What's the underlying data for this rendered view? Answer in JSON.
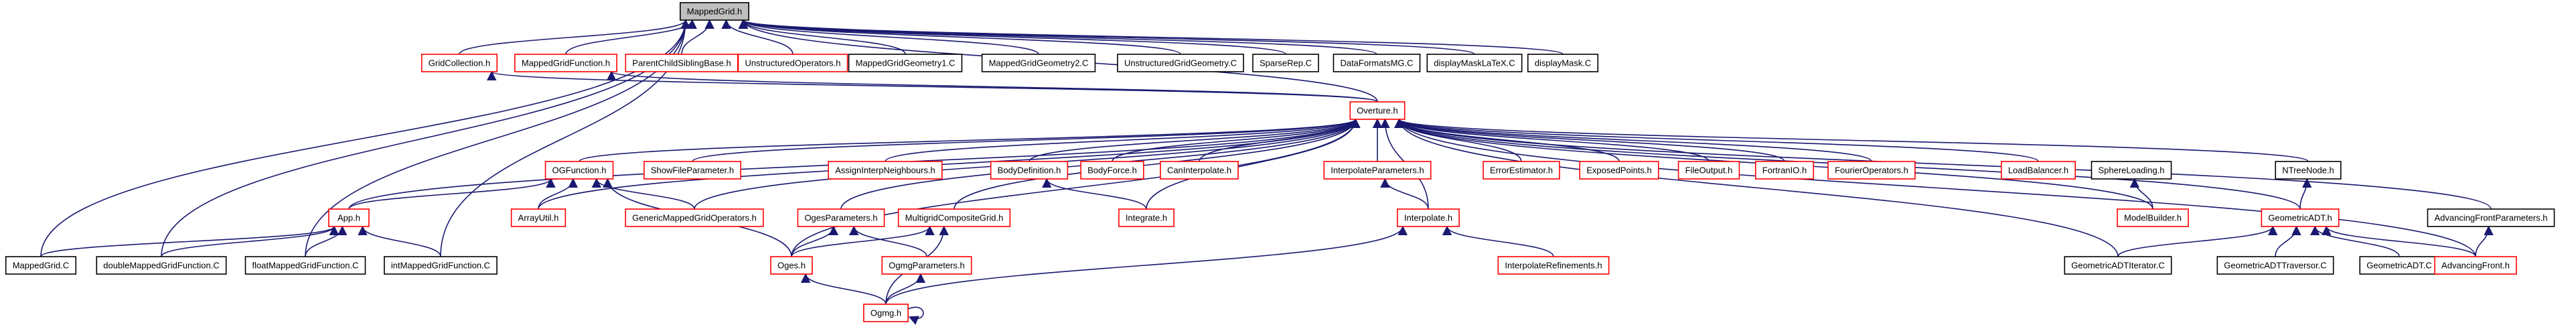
{
  "graph": {
    "type": "include-dependency-graph",
    "colors": {
      "root_fill": "#bfbfbf",
      "root_border": "#000000",
      "linked_border": "#ff0000",
      "plain_border": "#000000",
      "edge": "#191970",
      "text": "#000000",
      "background": "#ffffff"
    },
    "nodes": [
      {
        "id": "root",
        "label": "MappedGrid.h",
        "kind": "root"
      },
      {
        "id": "gridcollection",
        "label": "GridCollection.h",
        "kind": "linked"
      },
      {
        "id": "mappedgridfunction",
        "label": "MappedGridFunction.h",
        "kind": "linked"
      },
      {
        "id": "parentchild",
        "label": "ParentChildSiblingBase.h",
        "kind": "linked"
      },
      {
        "id": "unstructuredops",
        "label": "UnstructuredOperators.h",
        "kind": "linked"
      },
      {
        "id": "mgg1",
        "label": "MappedGridGeometry1.C",
        "kind": "plain"
      },
      {
        "id": "mgg2",
        "label": "MappedGridGeometry2.C",
        "kind": "plain"
      },
      {
        "id": "ugg",
        "label": "UnstructuredGridGeometry.C",
        "kind": "plain"
      },
      {
        "id": "sparserep",
        "label": "SparseRep.C",
        "kind": "plain"
      },
      {
        "id": "dataformats",
        "label": "DataFormatsMG.C",
        "kind": "plain"
      },
      {
        "id": "dmlatex",
        "label": "displayMaskLaTeX.C",
        "kind": "plain"
      },
      {
        "id": "dm",
        "label": "displayMask.C",
        "kind": "plain"
      },
      {
        "id": "overture",
        "label": "Overture.h",
        "kind": "linked"
      },
      {
        "id": "ogfunction",
        "label": "OGFunction.h",
        "kind": "linked"
      },
      {
        "id": "showfile",
        "label": "ShowFileParameter.h",
        "kind": "linked"
      },
      {
        "id": "assigninterp",
        "label": "AssignInterpNeighbours.h",
        "kind": "linked"
      },
      {
        "id": "bodydef",
        "label": "BodyDefinition.h",
        "kind": "linked"
      },
      {
        "id": "bodyforce",
        "label": "BodyForce.h",
        "kind": "linked"
      },
      {
        "id": "caninterp",
        "label": "CanInterpolate.h",
        "kind": "linked"
      },
      {
        "id": "interpparams",
        "label": "InterpolateParameters.h",
        "kind": "linked"
      },
      {
        "id": "errest",
        "label": "ErrorEstimator.h",
        "kind": "linked"
      },
      {
        "id": "exposed",
        "label": "ExposedPoints.h",
        "kind": "linked"
      },
      {
        "id": "fileoutput",
        "label": "FileOutput.h",
        "kind": "linked"
      },
      {
        "id": "fortranio",
        "label": "FortranIO.h",
        "kind": "linked"
      },
      {
        "id": "fourierops",
        "label": "FourierOperators.h",
        "kind": "linked"
      },
      {
        "id": "loadbal",
        "label": "LoadBalancer.h",
        "kind": "linked"
      },
      {
        "id": "sphereload",
        "label": "SphereLoading.h",
        "kind": "plain"
      },
      {
        "id": "ntreenode",
        "label": "NTreeNode.h",
        "kind": "plain"
      },
      {
        "id": "advfrontparams",
        "label": "AdvancingFrontParameters.h",
        "kind": "plain"
      },
      {
        "id": "apph",
        "label": "App.h",
        "kind": "linked"
      },
      {
        "id": "arrayutil",
        "label": "ArrayUtil.h",
        "kind": "linked"
      },
      {
        "id": "genericmgops",
        "label": "GenericMappedGridOperators.h",
        "kind": "linked"
      },
      {
        "id": "ogesparams",
        "label": "OgesParameters.h",
        "kind": "linked"
      },
      {
        "id": "multigridcg",
        "label": "MultigridCompositeGrid.h",
        "kind": "linked"
      },
      {
        "id": "integrate",
        "label": "Integrate.h",
        "kind": "linked"
      },
      {
        "id": "interpolate",
        "label": "Interpolate.h",
        "kind": "linked"
      },
      {
        "id": "modelbuilder",
        "label": "ModelBuilder.h",
        "kind": "linked"
      },
      {
        "id": "geomadt",
        "label": "GeometricADT.h",
        "kind": "linked"
      },
      {
        "id": "mappedgridc",
        "label": "MappedGrid.C",
        "kind": "plain"
      },
      {
        "id": "doublemgf",
        "label": "doubleMappedGridFunction.C",
        "kind": "plain"
      },
      {
        "id": "floatmgf",
        "label": "floatMappedGridFunction.C",
        "kind": "plain"
      },
      {
        "id": "intmgf",
        "label": "intMappedGridFunction.C",
        "kind": "plain"
      },
      {
        "id": "oges",
        "label": "Oges.h",
        "kind": "linked"
      },
      {
        "id": "ogmgparams",
        "label": "OgmgParameters.h",
        "kind": "linked"
      },
      {
        "id": "interprefine",
        "label": "InterpolateRefinements.h",
        "kind": "linked"
      },
      {
        "id": "geomadtiter",
        "label": "GeometricADTIterator.C",
        "kind": "plain"
      },
      {
        "id": "geomadttrav",
        "label": "GeometricADTTraversor.C",
        "kind": "plain"
      },
      {
        "id": "geomadtc",
        "label": "GeometricADT.C",
        "kind": "plain"
      },
      {
        "id": "advfront",
        "label": "AdvancingFront.h",
        "kind": "linked"
      },
      {
        "id": "ogmg",
        "label": "Ogmg.h",
        "kind": "linked"
      }
    ],
    "edges": [
      [
        "gridcollection",
        "root"
      ],
      [
        "mappedgridfunction",
        "root"
      ],
      [
        "parentchild",
        "root"
      ],
      [
        "unstructuredops",
        "root"
      ],
      [
        "mgg1",
        "root"
      ],
      [
        "mgg2",
        "root"
      ],
      [
        "ugg",
        "root"
      ],
      [
        "sparserep",
        "root"
      ],
      [
        "dataformats",
        "root"
      ],
      [
        "dmlatex",
        "root"
      ],
      [
        "dm",
        "root"
      ],
      [
        "overture",
        "root"
      ],
      [
        "mappedgridc",
        "root"
      ],
      [
        "doublemgf",
        "root"
      ],
      [
        "floatmgf",
        "root"
      ],
      [
        "intmgf",
        "root"
      ],
      [
        "overture",
        "gridcollection"
      ],
      [
        "overture",
        "mappedgridfunction"
      ],
      [
        "ogfunction",
        "overture"
      ],
      [
        "showfile",
        "overture"
      ],
      [
        "assigninterp",
        "overture"
      ],
      [
        "bodydef",
        "overture"
      ],
      [
        "bodyforce",
        "overture"
      ],
      [
        "caninterp",
        "overture"
      ],
      [
        "interpparams",
        "overture"
      ],
      [
        "errest",
        "overture"
      ],
      [
        "exposed",
        "overture"
      ],
      [
        "fileoutput",
        "overture"
      ],
      [
        "fortranio",
        "overture"
      ],
      [
        "fourierops",
        "overture"
      ],
      [
        "loadbal",
        "overture"
      ],
      [
        "modelbuilder",
        "overture"
      ],
      [
        "ntreenode",
        "overture"
      ],
      [
        "advfrontparams",
        "overture"
      ],
      [
        "apph",
        "overture"
      ],
      [
        "arrayutil",
        "overture"
      ],
      [
        "genericmgops",
        "overture"
      ],
      [
        "ogesparams",
        "overture"
      ],
      [
        "multigridcg",
        "overture"
      ],
      [
        "integrate",
        "overture"
      ],
      [
        "interpolate",
        "overture"
      ],
      [
        "geomadt",
        "overture"
      ],
      [
        "oges",
        "overture"
      ],
      [
        "geomadtiter",
        "overture"
      ],
      [
        "advfront",
        "overture"
      ],
      [
        "apph",
        "ogfunction"
      ],
      [
        "arrayutil",
        "ogfunction"
      ],
      [
        "genericmgops",
        "ogfunction"
      ],
      [
        "oges",
        "ogfunction"
      ],
      [
        "mappedgridc",
        "apph"
      ],
      [
        "doublemgf",
        "apph"
      ],
      [
        "floatmgf",
        "apph"
      ],
      [
        "intmgf",
        "apph"
      ],
      [
        "oges",
        "ogesparams"
      ],
      [
        "ogmgparams",
        "ogesparams"
      ],
      [
        "oges",
        "multigridcg"
      ],
      [
        "ogmg",
        "multigridcg"
      ],
      [
        "integrate",
        "bodydef"
      ],
      [
        "interpolate",
        "interpparams"
      ],
      [
        "interprefine",
        "interpolate"
      ],
      [
        "ogmg",
        "interpolate"
      ],
      [
        "modelbuilder",
        "sphereload"
      ],
      [
        "geomadt",
        "ntreenode"
      ],
      [
        "advfront",
        "advfrontparams"
      ],
      [
        "geomadtiter",
        "geomadt"
      ],
      [
        "geomadttrav",
        "geomadt"
      ],
      [
        "geomadtc",
        "geomadt"
      ],
      [
        "advfront",
        "geomadt"
      ],
      [
        "ogmg",
        "oges"
      ],
      [
        "ogmg",
        "ogmgparams"
      ],
      [
        "ogmg",
        "ogmg"
      ]
    ]
  }
}
